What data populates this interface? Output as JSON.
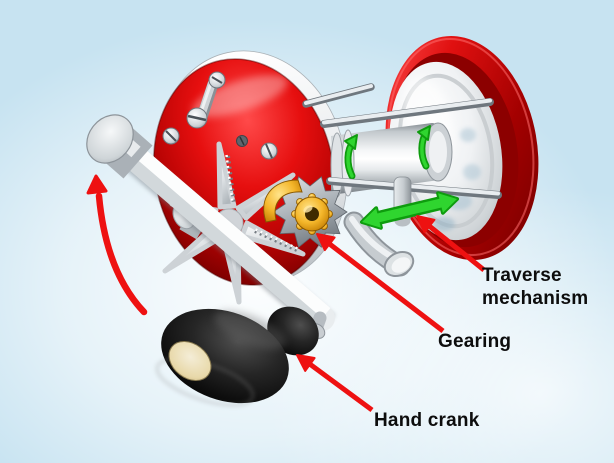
{
  "figure": {
    "description": "Cutaway illustration of a baitcasting fishing reel",
    "background_base": "#c7e3f1",
    "background_glow": "#ffffff"
  },
  "labels": {
    "traverse": {
      "line1": "Traverse",
      "line2": "mechanism"
    },
    "gearing": "Gearing",
    "hand_crank": "Hand crank"
  },
  "arrows": {
    "crank_rotation": {
      "icon": "curved-rotation-arrow",
      "color": "#ee1111"
    },
    "spool_rotation": {
      "icon": "curved-up-arrows",
      "color": "#2fd52f"
    },
    "traverse_motion": {
      "icon": "double-headed-arrow",
      "color": "#2fd52f"
    },
    "label_pointers": {
      "icon": "straight-pointer-arrow",
      "color": "#ee1111"
    }
  },
  "palette": {
    "plate_red": "#e01010",
    "plate_red_dark": "#6f0000",
    "metal_light": "#f2f4f6",
    "metal_dark": "#7d848b",
    "gear_gold": "#f0b02a",
    "knob_black": "#111111",
    "knob_face_cream": "#f2e6c0",
    "label_text": "#0d0d0d"
  }
}
